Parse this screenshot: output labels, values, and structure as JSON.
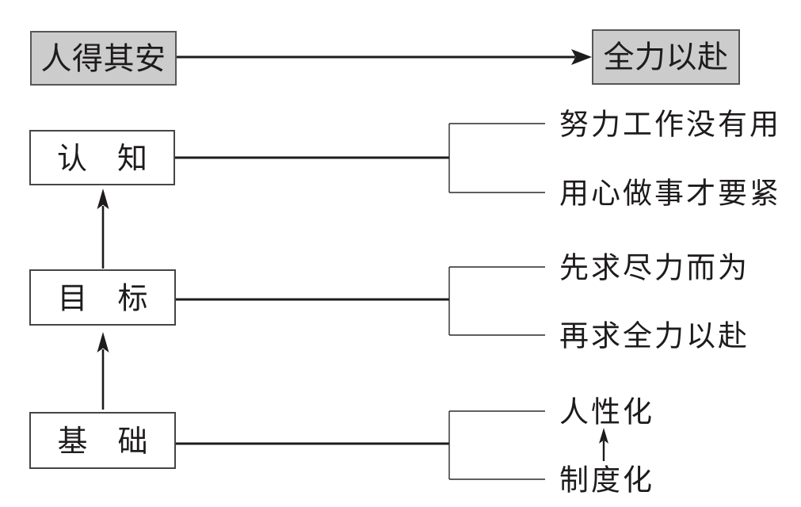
{
  "flow": {
    "source_label": "人得其安",
    "target_label": "全力以赴"
  },
  "levels": [
    {
      "box_label": "认　知",
      "items": [
        "努力工作没有用",
        "用心做事才要紧"
      ]
    },
    {
      "box_label": "目　标",
      "items": [
        "先求尽力而为",
        "再求全力以赴"
      ]
    },
    {
      "box_label": "基　础",
      "items": [
        "人性化",
        "制度化"
      ]
    }
  ],
  "colors": {
    "highlight_box_fill": "#cbcccb",
    "highlight_box_stroke": "#565656",
    "plain_box_stroke": "#454545",
    "line": "#1e1b1c",
    "background": "#ffffff"
  }
}
